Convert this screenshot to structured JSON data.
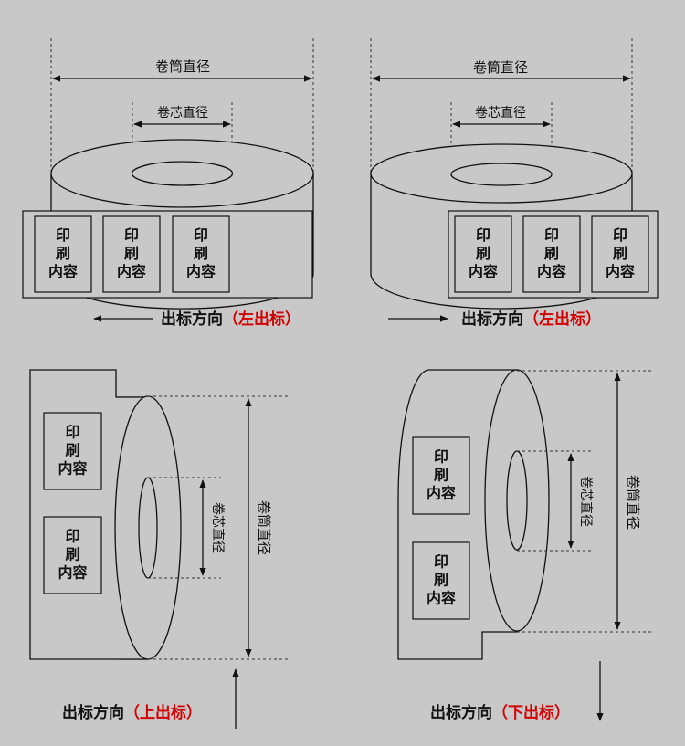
{
  "labels": {
    "roll_diameter": "卷筒直径",
    "core_diameter": "卷芯直径",
    "print_content": [
      "印",
      "刷",
      "内",
      "容"
    ],
    "print_content_vertical": [
      "印",
      "刷",
      "内",
      "容"
    ]
  },
  "panels": [
    {
      "id": "top-left",
      "direction": "出标方向",
      "mode": "（左出标）"
    },
    {
      "id": "top-right",
      "direction": "出标方向",
      "mode": "（左出标）"
    },
    {
      "id": "bottom-left",
      "direction": "出标方向",
      "mode": "（上出标）"
    },
    {
      "id": "bottom-right",
      "direction": "出标方向",
      "mode": "（下出标）"
    }
  ],
  "colors": {
    "background": "#c8c8c8",
    "line": "#111111",
    "accent": "#d40000"
  }
}
